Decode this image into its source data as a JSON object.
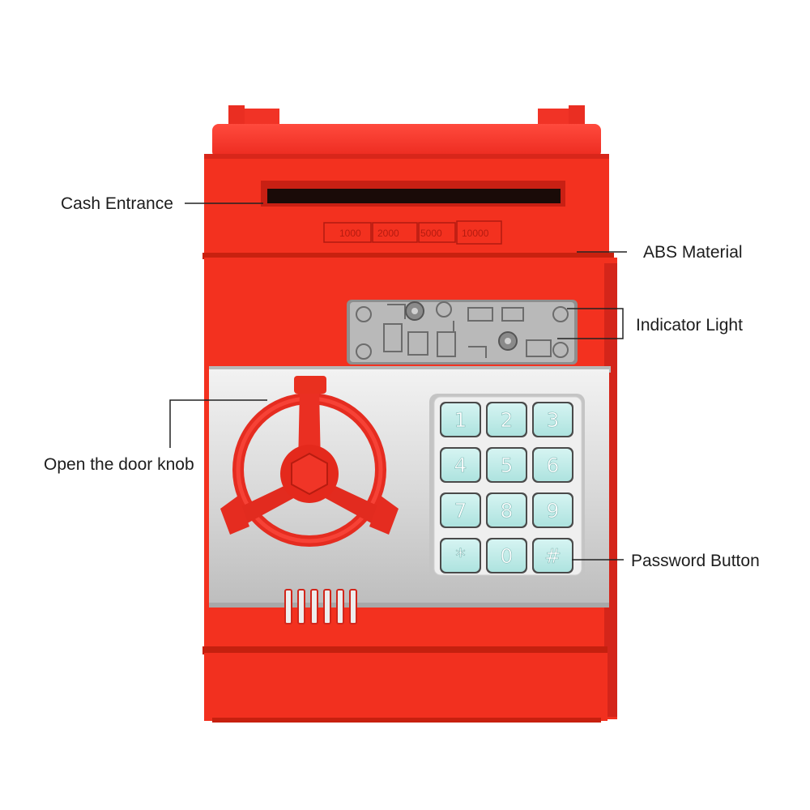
{
  "callouts": {
    "cash_entrance": "Cash Entrance",
    "abs_material": "ABS Material",
    "indicator_light": "Indicator Light",
    "door_knob": "Open the door knob",
    "password_button": "Password Button"
  },
  "denominations": [
    "1000",
    "2000",
    "5000",
    "10000"
  ],
  "keypad": [
    "1",
    "2",
    "3",
    "4",
    "5",
    "6",
    "7",
    "8",
    "9",
    "*",
    "0",
    "#"
  ],
  "colors": {
    "body_red": "#f02c22",
    "panel_silver": "#dcdcdc",
    "key_mint": "#c8eeec",
    "key_text": "#ffffff"
  }
}
